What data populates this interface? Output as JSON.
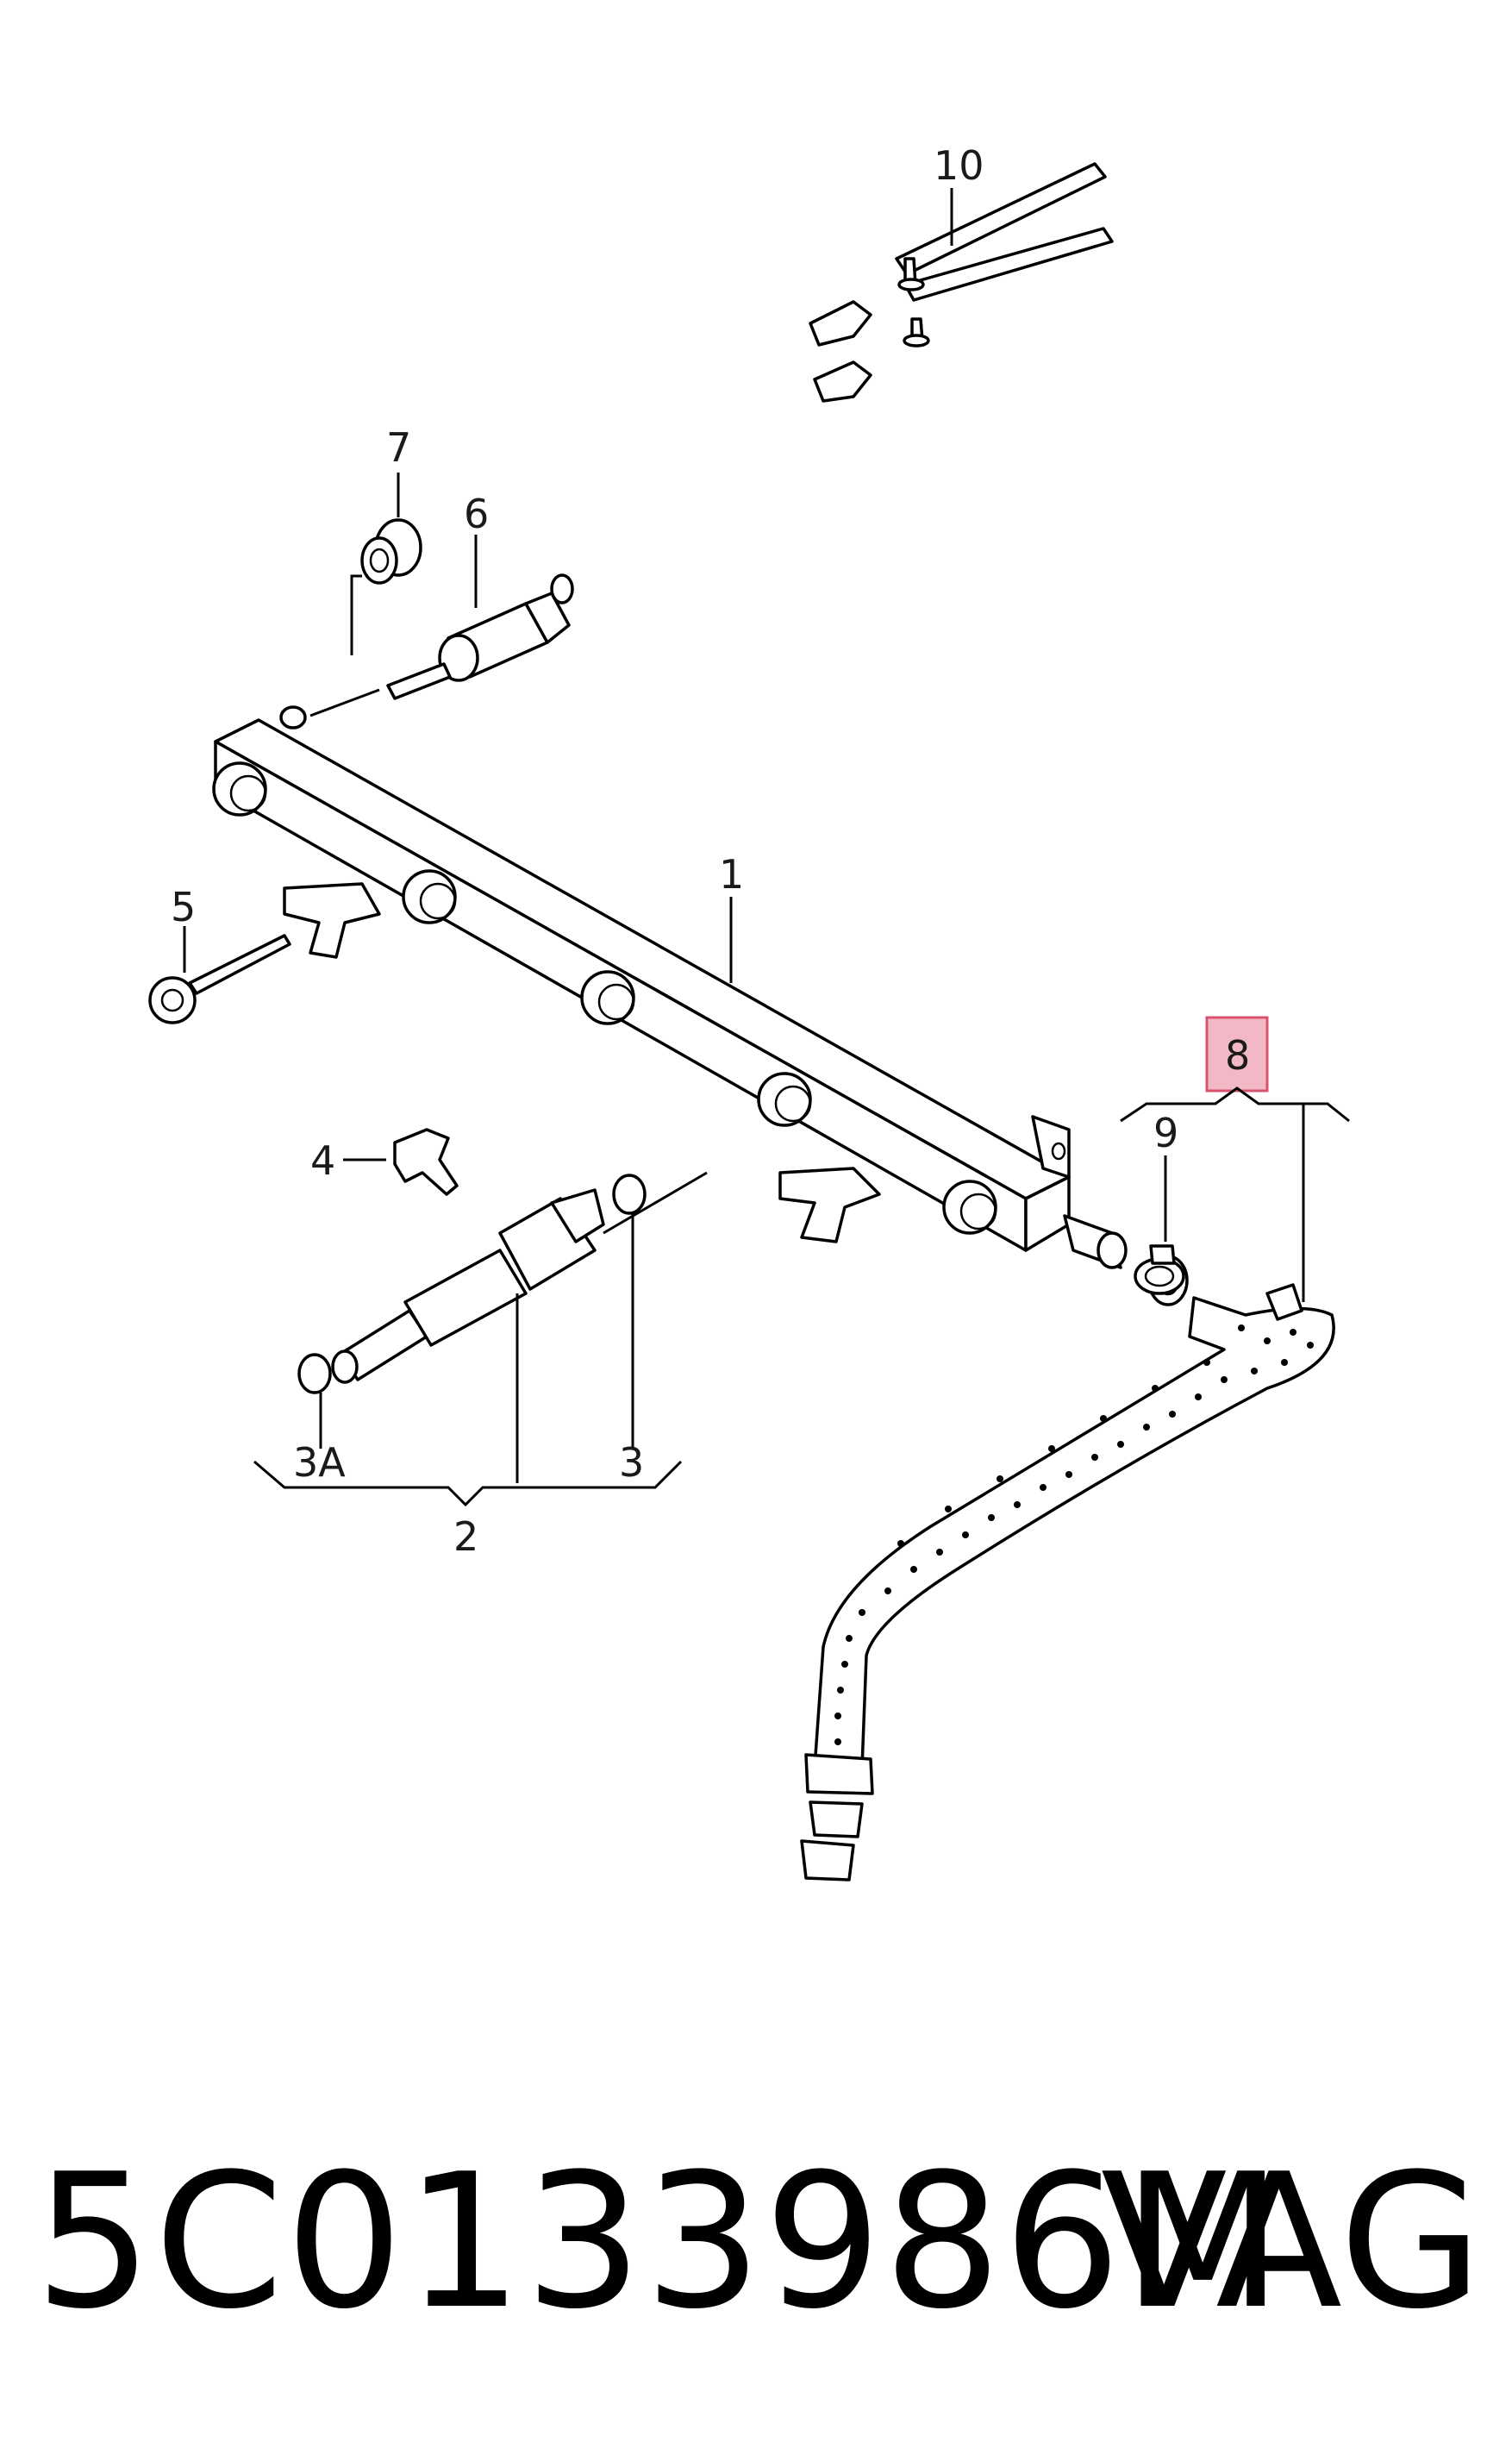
{
  "callouts": {
    "c1": "1",
    "c2": "2",
    "c3": "3",
    "c3a": "3A",
    "c4": "4",
    "c5": "5",
    "c6": "6",
    "c7": "7",
    "c8": "8",
    "c9": "9",
    "c10": "10"
  },
  "highlight_color": "#f2b8c6",
  "highlight_border": "#d9536f",
  "footer": {
    "part_number": "5C0133986M",
    "brand": "VAG"
  }
}
